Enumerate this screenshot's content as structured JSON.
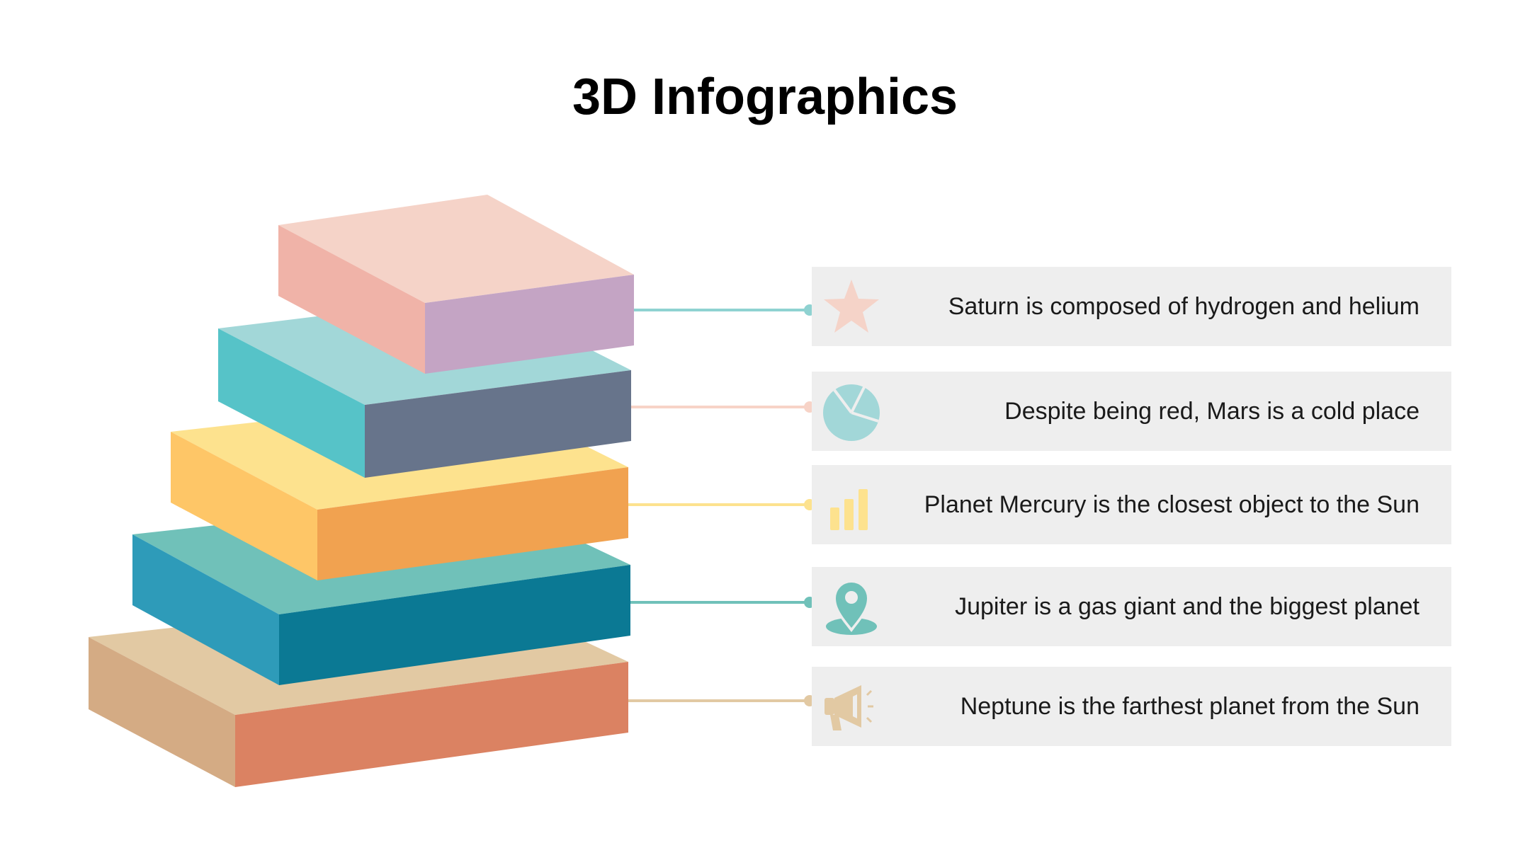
{
  "title": "3D Infographics",
  "items": [
    {
      "text": "Saturn is composed of hydrogen and helium",
      "icon": "star-icon",
      "icon_color": "#f5d3c8",
      "line_color": "#8fd2d1",
      "layer": {
        "top": "#f5d3c8",
        "left": "#f0b3a8",
        "front": "#c4a4c4"
      }
    },
    {
      "text": "Despite being red, Mars is a cold place",
      "icon": "pie-chart-icon",
      "icon_color": "#a2d7d8",
      "line_color": "#f7d3c7",
      "layer": {
        "top": "#a2d7d8",
        "left": "#56c3c8",
        "front": "#67748b"
      }
    },
    {
      "text": "Planet Mercury is the closest object to the Sun",
      "icon": "bar-chart-icon",
      "icon_color": "#fde28e",
      "line_color": "#fde28e",
      "layer": {
        "top": "#fde28e",
        "left": "#fec667",
        "front": "#f1a250"
      }
    },
    {
      "text": "Jupiter is a gas giant and the biggest planet",
      "icon": "location-pin-icon",
      "icon_color": "#70c1b9",
      "line_color": "#70c1b9",
      "layer": {
        "top": "#70c1b9",
        "left": "#2e9bb9",
        "front": "#0b7994"
      }
    },
    {
      "text": "Neptune is the farthest planet from the Sun",
      "icon": "megaphone-icon",
      "icon_color": "#e2c9a3",
      "line_color": "#e2c9a3",
      "layer": {
        "top": "#e2c9a3",
        "left": "#d4ab84",
        "front": "#db8262"
      }
    }
  ]
}
